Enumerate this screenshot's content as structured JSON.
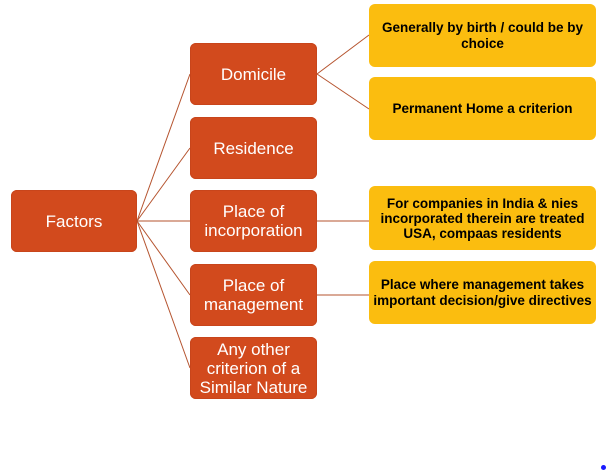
{
  "diagram": {
    "root": "Factors",
    "branches": [
      "Domicile",
      "Residence",
      "Place of incorporation",
      "Place of management",
      "Any other criterion of a Similar Nature"
    ],
    "details": {
      "domicile_1": "Generally by birth / could be by choice",
      "domicile_2": "Permanent Home a criterion",
      "incorporation": "For companies in India & nies incorporated therein are treated USA, compaas residents",
      "management": "Place where management takes important decision/give directives"
    },
    "colors": {
      "branch_fill": "#d24a1d",
      "detail_fill": "#fbbd0f",
      "connector": "#b5532e"
    }
  }
}
